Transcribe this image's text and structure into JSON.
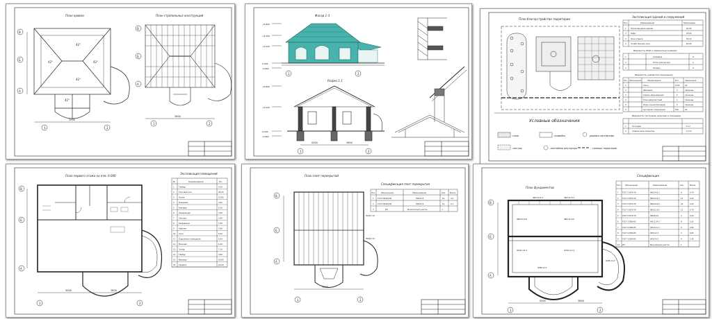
{
  "colors": {
    "paper": "#ffffff",
    "ink": "#1a1a1a",
    "teal": "#48b3ad",
    "hatch": "#555555"
  },
  "sheets": [
    {
      "id": "s1",
      "titles": {
        "roof_plan": "План кровли",
        "rafter_plan": "План стропильных конструкций"
      },
      "slopes": [
        "42°",
        "42°",
        "42°",
        "42°",
        "42°"
      ],
      "axes_letters": [
        "В",
        "Б",
        "А"
      ],
      "axes_numbers": [
        "1",
        "2"
      ],
      "dims": [
        "5000",
        "3600"
      ]
    },
    {
      "id": "s2",
      "titles": {
        "facade": "Фасад 1-3",
        "section": "Разрез 1-1"
      },
      "levels": [
        "+6,800",
        "+4,550",
        "+3,000",
        "0,000",
        "-0,800",
        "+6,800",
        "+3,000",
        "0,000",
        "-0,800"
      ],
      "axes_numbers": [
        "1",
        "2",
        "1",
        "2"
      ],
      "dims": [
        "5000",
        "3600"
      ]
    },
    {
      "id": "s3",
      "titles": {
        "site_plan": "План благоустройства территории",
        "buildings": "Экспликация зданий и сооружений",
        "legend": "Условные обозначения"
      },
      "buildings_header": [
        "Поз.",
        "Наименование",
        "Примечание"
      ],
      "buildings_rows": [
        [
          "1",
          "Проектируемое здание",
          "64,00"
        ],
        [
          "2",
          "Кафе",
          "43,00"
        ],
        [
          "3",
          "Зона отдыха",
          "55,10"
        ],
        [
          "4",
          "Хозяйственная зона",
          "63,00"
        ]
      ],
      "maf_title": "Ведомость МАФ и переносных изделий",
      "maf_rows": [
        [
          "1",
          "",
          "Скамейка",
          "8"
        ],
        [
          "2",
          "",
          "Лоток для мусора",
          "2"
        ],
        [
          "3",
          "",
          "Фонари",
          "6"
        ]
      ],
      "plantings_title": "Ведомость элементов озеленения",
      "plantings_header": [
        "Поз.",
        "Обозначение",
        "Наименование",
        "Кол.",
        "Примечание"
      ],
      "plantings_rows": [
        [
          "1",
          "",
          "Газон",
          "1234",
          "м2"
        ],
        [
          "2",
          "",
          "Шиповник",
          "2",
          "Саженцы"
        ],
        [
          "3",
          "",
          "Сирень обыкновенная",
          "2",
          "Саженцы"
        ],
        [
          "4",
          "",
          "Клен ширколистный",
          "1",
          "Саженцы"
        ],
        [
          "5",
          "",
          "Ясень ложноплатанный",
          "2",
          "Саженцы"
        ],
        [
          "6",
          "",
          "Кустарник стриженный",
          "160",
          "м2"
        ]
      ],
      "paths_title": "Ведомость тротуаров, дорожек и площадок",
      "paths_rows": [
        [
          "1",
          "Тротуары",
          "11,2"
        ],
        [
          "2",
          "Асфальтовое покрытие",
          "11,10"
        ]
      ],
      "legend_items": [
        "-газон",
        "-скамейка",
        "-деревья лиственные",
        "-тротуар",
        "-контейнер для мусора",
        "-граница территории"
      ]
    },
    {
      "id": "s4",
      "titles": {
        "plan": "План первого этажа на отм. 0.000",
        "rooms": "Экспликация помещений"
      },
      "rooms_header": [
        "№",
        "Наименование",
        "Пл."
      ],
      "rooms": [
        [
          "1",
          "Тамбур",
          "4,30"
        ],
        [
          "2",
          "Торговый зал",
          "36,20"
        ],
        [
          "3",
          "Кухня",
          "12,80"
        ],
        [
          "4",
          "Кладовая",
          "4,60"
        ],
        [
          "5",
          "Коридор",
          "6,10"
        ],
        [
          "6",
          "Умывальная",
          "3,20"
        ],
        [
          "7",
          "Санузел",
          "2,40"
        ],
        [
          "8",
          "Раздевалка",
          "5,30"
        ],
        [
          "9",
          "Кабинет",
          "7,80"
        ],
        [
          "10",
          "Холл",
          "8,20"
        ],
        [
          "11",
          "Подсобное помещение",
          "9,50"
        ],
        [
          "12",
          "Моечная",
          "6,40"
        ],
        [
          "13",
          "Склад",
          "7,10"
        ],
        [
          "14",
          "Тамбур",
          "3,80"
        ],
        [
          "15",
          "Веранда",
          "18,60"
        ],
        [
          "16",
          "Терраса",
          "22,10"
        ]
      ],
      "axes_letters": [
        "В",
        "Б",
        "А"
      ],
      "axes_numbers": [
        "1",
        "2"
      ],
      "dims": [
        "5000",
        "3600"
      ]
    },
    {
      "id": "s5",
      "titles": {
        "plan": "План плит перекрытий",
        "spec": "Спецификация плит перекрытия"
      },
      "spec_header": [
        "Поз.",
        "Обозначение",
        "Наименование",
        "Кол.",
        "Масса"
      ],
      "spec_rows": [
        [
          "1",
          "ГОСТ 26434-85",
          "ПК63.15",
          "10",
          "3,0"
        ],
        [
          "2",
          "ГОСТ 26434-85",
          "ПК63.12",
          "12",
          "2,7"
        ],
        [
          "3",
          "ИЧ",
          "Монолитный участок",
          "1",
          ""
        ]
      ],
      "marks": [
        "ПК63.15",
        "ПК63.12"
      ],
      "axes_letters": [
        "В",
        "Б",
        "А"
      ],
      "axes_numbers": [
        "1",
        "2"
      ],
      "dims": [
        "5000",
        "3600"
      ]
    },
    {
      "id": "s6",
      "titles": {
        "plan": "План фундаментов",
        "spec": "Спецификация"
      },
      "spec_header": [
        "Поз.",
        "Обозначение",
        "Наименование",
        "Кол.",
        "Масса"
      ],
      "spec_rows": [
        [
          "1",
          "ГОСТ 13579-78",
          "ФБС24.6.3",
          "8",
          "0,79"
        ],
        [
          "2",
          "ГОСТ 13579-78",
          "ФБС12.6.3",
          "12",
          "0,42"
        ],
        [
          "3",
          "ГОСТ 13579-78",
          "ФБС24.6.6",
          "20",
          "1,63"
        ],
        [
          "4",
          "ГОСТ 13579-78",
          "ФБС12.6.6",
          "12",
          "0,79"
        ],
        [
          "5",
          "ГОСТ 13579-78",
          "ФБС9.6.6",
          "4",
          "0,59"
        ],
        [
          "6",
          "ГОСТ 13580-85",
          "ФЛ12.24.3",
          "8",
          "1,63"
        ],
        [
          "7",
          "ГОСТ 13580-85",
          "ФЛ12.12.3",
          "6",
          "0,80"
        ],
        [
          "8",
          "ГОСТ 13580-85",
          "ФЛ8.12.3",
          "3",
          "0,65"
        ],
        [
          "9",
          "ГОСТ 13580-85",
          "ФЛ8.24.3",
          "4",
          "1,40"
        ],
        [
          "10",
          "ИЧ",
          "Монолитный участок",
          "1",
          ""
        ]
      ],
      "marks": [
        "ФБС24.6.3",
        "ФБС12.6.3",
        "ФБС24.6.6",
        "ФБС12.6.6",
        "ФЛ12.24.3",
        "ФЛ12.12.3",
        "ФЛ8.12.3",
        "ФЛ8.24.3"
      ],
      "axes_letters": [
        "В",
        "Б",
        "А"
      ],
      "axes_numbers": [
        "1",
        "2"
      ],
      "dims": [
        "5000",
        "3600"
      ]
    }
  ]
}
